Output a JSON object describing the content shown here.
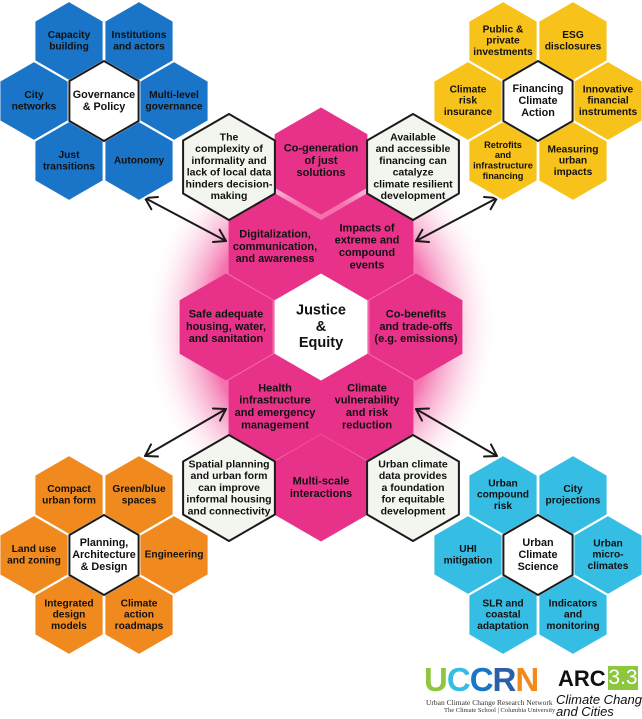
{
  "colors": {
    "governance": "#1a74c7",
    "finance": "#f7c21a",
    "planning": "#f08a1e",
    "science": "#36bde3",
    "justice": "#e8328a",
    "justice_glow": "#f25aa0",
    "neutral_fill": "#f3f6ee",
    "outline": "#1a1a1a"
  },
  "center": {
    "lines": [
      "Justice",
      "&",
      "Equity"
    ]
  },
  "justice_themes": [
    {
      "id": "cogeneration",
      "lines": [
        "Co-generation",
        "of just",
        "solutions"
      ]
    },
    {
      "id": "digitalization",
      "lines": [
        "Digitalization,",
        "communication,",
        "and awareness"
      ]
    },
    {
      "id": "impacts",
      "lines": [
        "Impacts of",
        "extreme and",
        "compound",
        "events"
      ]
    },
    {
      "id": "housing",
      "lines": [
        "Safe adequate",
        "housing, water,",
        "and sanitation"
      ]
    },
    {
      "id": "cobenefits",
      "lines": [
        "Co-benefits",
        "and trade-offs",
        "(e.g. emissions)"
      ]
    },
    {
      "id": "health",
      "lines": [
        "Health",
        "infrastructure",
        "and emergency",
        "management"
      ]
    },
    {
      "id": "vulnerability",
      "lines": [
        "Climate",
        "vulnerability",
        "and risk",
        "reduction"
      ]
    },
    {
      "id": "multiscale",
      "lines": [
        "Multi-scale",
        "interactions"
      ]
    }
  ],
  "connectors": [
    {
      "id": "informality",
      "lines": [
        "The",
        "complexity of",
        "informality and",
        "lack of local data",
        "hinders decision-",
        "making"
      ]
    },
    {
      "id": "financing",
      "lines": [
        "Available",
        "and accessible",
        "financing can",
        "catalyze",
        "climate resilient",
        "development"
      ]
    },
    {
      "id": "spatial",
      "lines": [
        "Spatial planning",
        "and urban form",
        "can improve",
        "informal housing",
        "and connectivity"
      ]
    },
    {
      "id": "urbandata",
      "lines": [
        "Urban climate",
        "data provides",
        "a foundation",
        "for equitable",
        "development"
      ]
    }
  ],
  "clusters": [
    {
      "id": "governance",
      "center": [
        "Governance",
        "& Policy"
      ],
      "items": [
        {
          "id": "capacity",
          "lines": [
            "Capacity",
            "building"
          ]
        },
        {
          "id": "institutions",
          "lines": [
            "Institutions",
            "and actors"
          ]
        },
        {
          "id": "citynetworks",
          "lines": [
            "City",
            "networks"
          ]
        },
        {
          "id": "multilevel",
          "lines": [
            "Multi-level",
            "governance"
          ]
        },
        {
          "id": "justtransitions",
          "lines": [
            "Just",
            "transitions"
          ]
        },
        {
          "id": "autonomy",
          "lines": [
            "Autonomy"
          ]
        }
      ]
    },
    {
      "id": "finance",
      "center": [
        "Financing",
        "Climate",
        "Action"
      ],
      "items": [
        {
          "id": "publicprivate",
          "lines": [
            "Public &",
            "private",
            "investments"
          ]
        },
        {
          "id": "esg",
          "lines": [
            "ESG",
            "disclosures"
          ]
        },
        {
          "id": "climaterisk",
          "lines": [
            "Climate",
            "risk",
            "insurance"
          ]
        },
        {
          "id": "innovative",
          "lines": [
            "Innovative",
            "financial",
            "instruments"
          ]
        },
        {
          "id": "retrofits",
          "lines": [
            "Retrofits",
            "and",
            "infrastructure",
            "financing"
          ]
        },
        {
          "id": "measuring",
          "lines": [
            "Measuring",
            "urban",
            "impacts"
          ]
        }
      ]
    },
    {
      "id": "planning",
      "center": [
        "Planning,",
        "Architecture",
        "& Design"
      ],
      "items": [
        {
          "id": "compact",
          "lines": [
            "Compact",
            "urban form"
          ]
        },
        {
          "id": "greenblue",
          "lines": [
            "Green/blue",
            "spaces"
          ]
        },
        {
          "id": "landuse",
          "lines": [
            "Land use",
            "and zoning"
          ]
        },
        {
          "id": "engineering",
          "lines": [
            "Engineering"
          ]
        },
        {
          "id": "integrated",
          "lines": [
            "Integrated",
            "design",
            "models"
          ]
        },
        {
          "id": "roadmaps",
          "lines": [
            "Climate",
            "action",
            "roadmaps"
          ]
        }
      ]
    },
    {
      "id": "science",
      "center": [
        "Urban",
        "Climate",
        "Science"
      ],
      "items": [
        {
          "id": "compoundrisk",
          "lines": [
            "Urban",
            "compound",
            "risk"
          ]
        },
        {
          "id": "projections",
          "lines": [
            "City",
            "projections"
          ]
        },
        {
          "id": "uhi",
          "lines": [
            "UHI",
            "mitigation"
          ]
        },
        {
          "id": "microclimates",
          "lines": [
            "Urban",
            "micro-",
            "climates"
          ]
        },
        {
          "id": "slr",
          "lines": [
            "SLR and",
            "coastal",
            "adaptation"
          ]
        },
        {
          "id": "indicators",
          "lines": [
            "Indicators",
            "and",
            "monitoring"
          ]
        }
      ]
    }
  ],
  "logos": {
    "uccrn": {
      "letters": [
        "U",
        "C",
        "C",
        "R",
        "N"
      ],
      "line1": "Urban Climate Change Research Network",
      "line2": "The Climate School | Columbia University"
    },
    "arc": {
      "word": "ARC",
      "number": "3.3",
      "line1": "Climate Change",
      "line2": "and Cities"
    }
  }
}
